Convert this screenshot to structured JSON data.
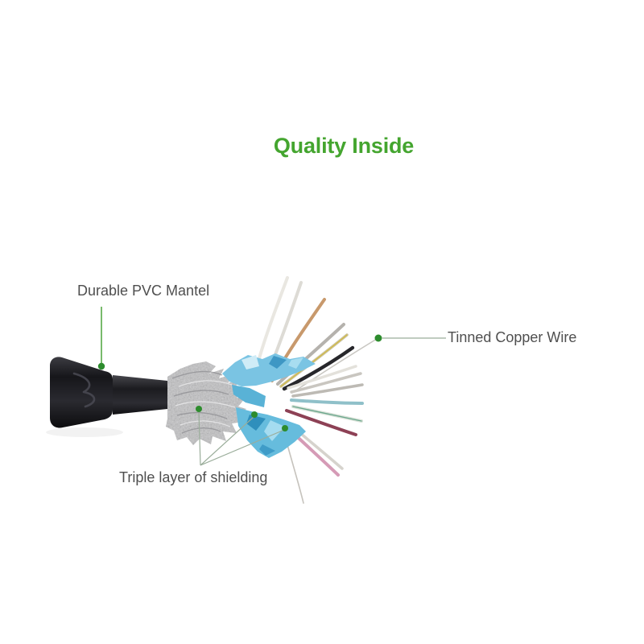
{
  "title": {
    "text": "Quality Inside",
    "color": "#44a52f"
  },
  "callouts": {
    "pvc_mantel": {
      "label": "Durable PVC Mantel"
    },
    "tinned_copper": {
      "label": "Tinned Copper Wire"
    },
    "shielding": {
      "label": "Triple layer of shielding"
    }
  },
  "colors": {
    "background": "#ffffff",
    "title_green": "#44a52f",
    "label_gray": "#4f4f4f",
    "leader_green": "#4aa23a",
    "leader_gray_green": "#9aad9a",
    "dot_green": "#2d8c2d",
    "connector_black": "#1a1a1e",
    "braid_silver": "#c2c2c4",
    "foil_blue": "#6bbede",
    "wire_white": "#e9e7e1",
    "wire_tan": "#c8996c",
    "wire_yellow": "#d2b93e",
    "wire_black": "#27272b",
    "wire_teal": "#8fc0c9",
    "wire_green_stripe": "#6ba78d",
    "wire_maroon": "#8d4155",
    "wire_pink": "#d59bb6"
  }
}
